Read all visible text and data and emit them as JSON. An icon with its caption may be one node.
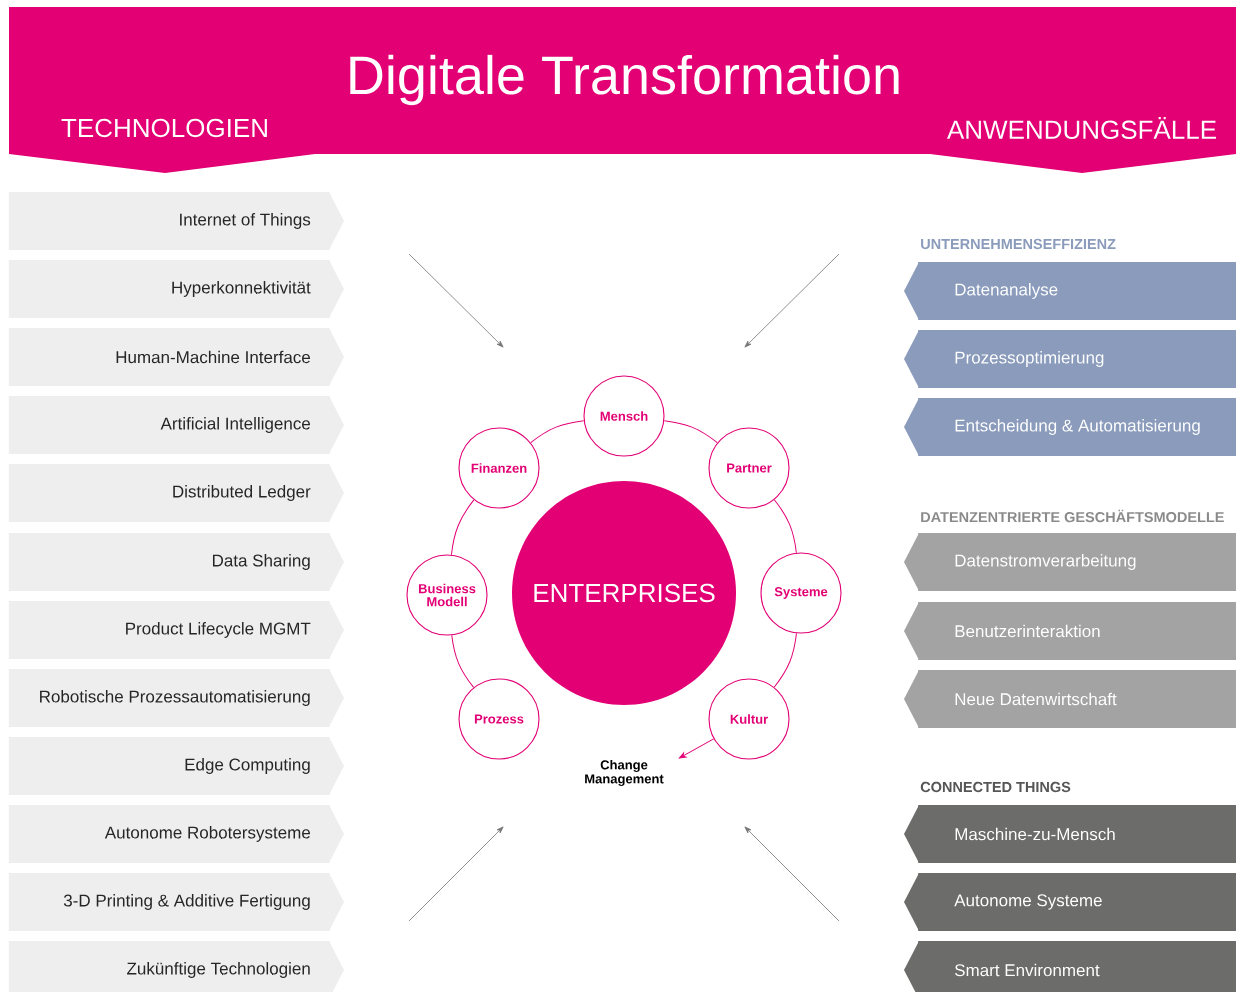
{
  "diagram": {
    "title": "Digitale Transformation",
    "nodes": [
      {
        "text": [
          "Internet of Things"
        ]
      },
      {
        "text": [
          "Hyperkonnektivität"
        ]
      },
      {
        "text": [
          "Human-Machine Interface"
        ]
      },
      {
        "text": [
          "Artificial Intelligence"
        ]
      },
      {
        "text": [
          "Distributed Ledger"
        ]
      },
      {
        "text": [
          "Data Sharing"
        ]
      },
      {
        "text": [
          "Product Lifecycle MGMT"
        ]
      },
      {
        "text": [
          "Robotische Prozessautomatisierung"
        ]
      },
      {
        "text": [
          "Edge Computing"
        ]
      },
      {
        "text": [
          "Autonome Robotersysteme"
        ]
      },
      {
        "text": [
          "3-D Printing & Additive Fertigung"
        ]
      },
      {
        "text": [
          "Zukünftige Technologien"
        ]
      },
      {
        "text": [
          "Datenanalyse"
        ]
      },
      {
        "text": [
          "Prozessoptimierung"
        ]
      },
      {
        "text": [
          "Entscheidung & Automatisierung"
        ]
      },
      {
        "text": [
          "Datenstromverarbeitung"
        ]
      },
      {
        "text": [
          "Benutzerinteraktion"
        ]
      },
      {
        "text": [
          "Neue Datenwirtschaft"
        ]
      },
      {
        "text": [
          "Maschine-zu-Mensch"
        ]
      },
      {
        "text": [
          "Autonome Systeme"
        ]
      },
      {
        "text": [
          "Smart Environment"
        ]
      },
      {
        "text": [
          "ENTERPRISES"
        ]
      },
      {
        "text": [
          "Mensch"
        ]
      },
      {
        "text": [
          "Finanzen"
        ]
      },
      {
        "text": [
          "Partner"
        ]
      },
      {
        "text": [
          "Business Modell"
        ]
      },
      {
        "text": [
          "Systeme"
        ]
      },
      {
        "text": [
          "Prozess"
        ]
      },
      {
        "text": [
          "Kultur"
        ]
      },
      {
        "text": [
          "Change Management"
        ]
      }
    ],
    "edges": [
      {
        "from": 22,
        "to": 24,
        "arrow": "none"
      },
      {
        "from": 24,
        "to": 26,
        "arrow": "none"
      },
      {
        "from": 26,
        "to": 28,
        "arrow": "none"
      },
      {
        "from": 28,
        "to": 29,
        "arrow": "to"
      },
      {
        "from": 27,
        "to": 25,
        "arrow": "none"
      },
      {
        "from": 25,
        "to": 23,
        "arrow": "none"
      },
      {
        "from": 23,
        "to": 22,
        "arrow": "none"
      }
    ],
    "labels": [
      "TECHNOLOGIEN",
      "ANWENDUNGSFÄLLE",
      "UNTERNEHMENSEFFIZIENZ",
      "DATENZENTRIERTE GESCHÄFTSMODELLE",
      "CONNECTED THINGS"
    ]
  }
}
